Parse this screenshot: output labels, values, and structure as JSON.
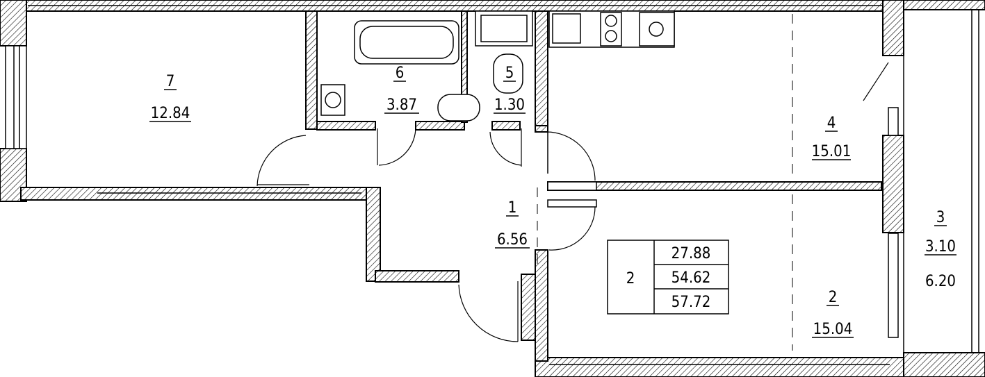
{
  "rooms": [
    {
      "number": "1",
      "area": "6.56"
    },
    {
      "number": "2",
      "area": "15.04"
    },
    {
      "number": "3",
      "area": "3.10",
      "area2": "6.20"
    },
    {
      "number": "4",
      "area": "15.01"
    },
    {
      "number": "5",
      "area": "1.30"
    },
    {
      "number": "6",
      "area": "3.87"
    },
    {
      "number": "7",
      "area": "12.84"
    }
  ],
  "summary": {
    "rooms_count": "2",
    "living_area": "27.88",
    "total_area": "54.62",
    "total_area_with_balcony": "57.72"
  }
}
